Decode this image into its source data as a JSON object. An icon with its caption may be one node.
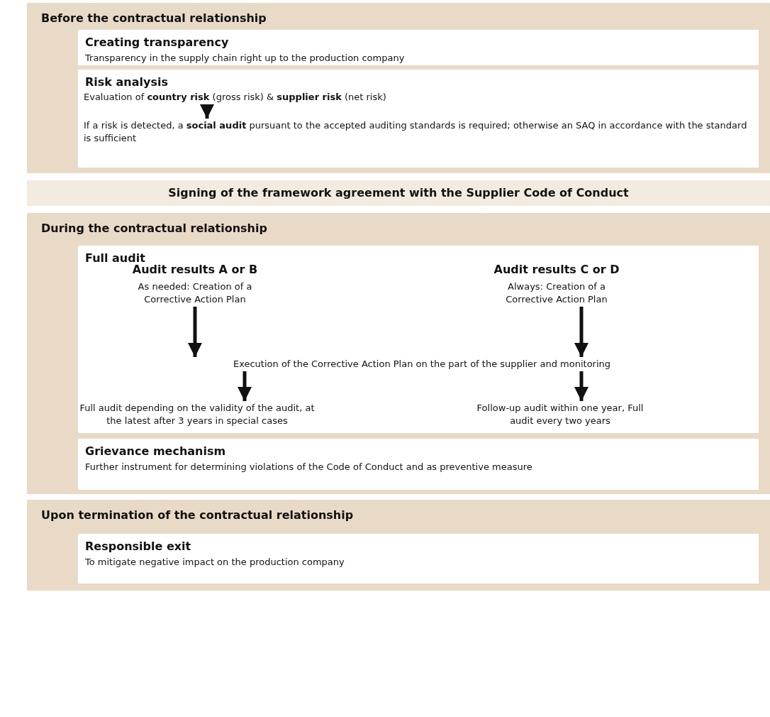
{
  "diagram": {
    "nodes": [
      {
        "text": [
          "Before the contractual relationship"
        ]
      },
      {
        "text": [
          "Creating transparency",
          "Transparency in the supply chain right up to the production company"
        ],
        "in": 0
      },
      {
        "text": [
          "Risk analysis"
        ],
        "in": 0
      },
      {
        "text": [
          "Evaluation of **country risk** (gross risk) & **supplier risk** (net risk)"
        ],
        "in": 2
      },
      {
        "text": [
          "If a risk is detected, a **social audit** pursuant to the accepted auditing standards is required; otherwise an SAQ in accordance with the standard is sufficient"
        ],
        "in": 2
      },
      {
        "text": [
          "Signing of the framework agreement with the Supplier Code of Conduct"
        ]
      },
      {
        "text": [
          "During the contractual relationship"
        ]
      },
      {
        "text": [
          "Full audit"
        ],
        "in": 6
      },
      {
        "text": [
          "Audit results A or B",
          "As needed: Creation of a Corrective Action Plan"
        ],
        "in": 7
      },
      {
        "text": [
          "Audit results C or D",
          "Always: Creation of a Corrective Action Plan"
        ],
        "in": 7
      },
      {
        "text": [
          "Execution of the Corrective Action Plan on the part of the supplier and monitoring"
        ],
        "in": 7
      },
      {
        "text": [
          "Full audit depending on the validity of the audit, at the latest after 3 years in special cases"
        ],
        "in": 7
      },
      {
        "text": [
          "Follow-up audit within one year, Full audit every two years"
        ],
        "in": 7
      },
      {
        "text": [
          "Grievance mechanism",
          "Further instrument for determining violations of the Code of Conduct and as preventive measure"
        ],
        "in": 6
      },
      {
        "text": [
          "Upon termination of the contractual relationship"
        ]
      },
      {
        "text": [
          "Responsible exit",
          "To mitigate negative impact on the production company"
        ],
        "in": 14
      }
    ],
    "edges": [
      {
        "from": 3,
        "to": 4,
        "arrow": "to"
      },
      {
        "from": 8,
        "to": 10,
        "arrow": "to"
      },
      {
        "from": 9,
        "to": 10,
        "arrow": "to"
      },
      {
        "from": 10,
        "to": 11,
        "arrow": "to"
      },
      {
        "from": 10,
        "to": 12,
        "arrow": "to"
      }
    ]
  }
}
